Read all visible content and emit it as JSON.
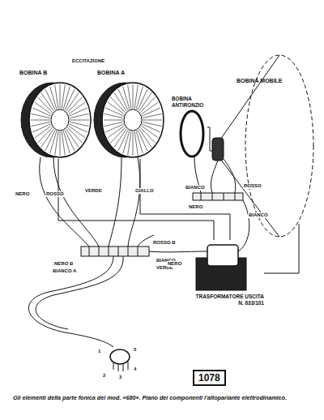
{
  "diagram": {
    "caption": "Gli elementi della parte fonica del mod. «680». Piano dei componenti l'altoparlante elettrodinamico.",
    "nodes": [
      {
        "text": [
          "BOBINA B"
        ]
      },
      {
        "text": [
          "BOBINA A"
        ]
      },
      {
        "text": [
          "BOBINA ANTIRONZIO"
        ]
      },
      {
        "text": [
          "BOBINA MOBILE"
        ]
      },
      {
        "text": [
          "TRASFORMATORE USCITA",
          "N. 633/101"
        ]
      },
      {
        "text": [
          "1078"
        ]
      }
    ],
    "edges": [
      {
        "from": 0,
        "to": 4,
        "arrow": "none"
      },
      {
        "from": 1,
        "to": 4,
        "arrow": "none"
      },
      {
        "from": 2,
        "to": 3,
        "arrow": "none"
      },
      {
        "from": 4,
        "to": 3,
        "arrow": "none"
      }
    ],
    "labels": [
      "ECCITAZIONE",
      "NERO",
      "ROSSO",
      "VERDE",
      "GIALLO",
      "NERO B",
      "BIANCO A",
      "ROSSO B",
      "BIANCO",
      "VERDE",
      "ROSSO",
      "BIANCO",
      "NERO",
      "BIANCO",
      "NERO",
      "1",
      "2",
      "3",
      "4",
      "5"
    ]
  }
}
